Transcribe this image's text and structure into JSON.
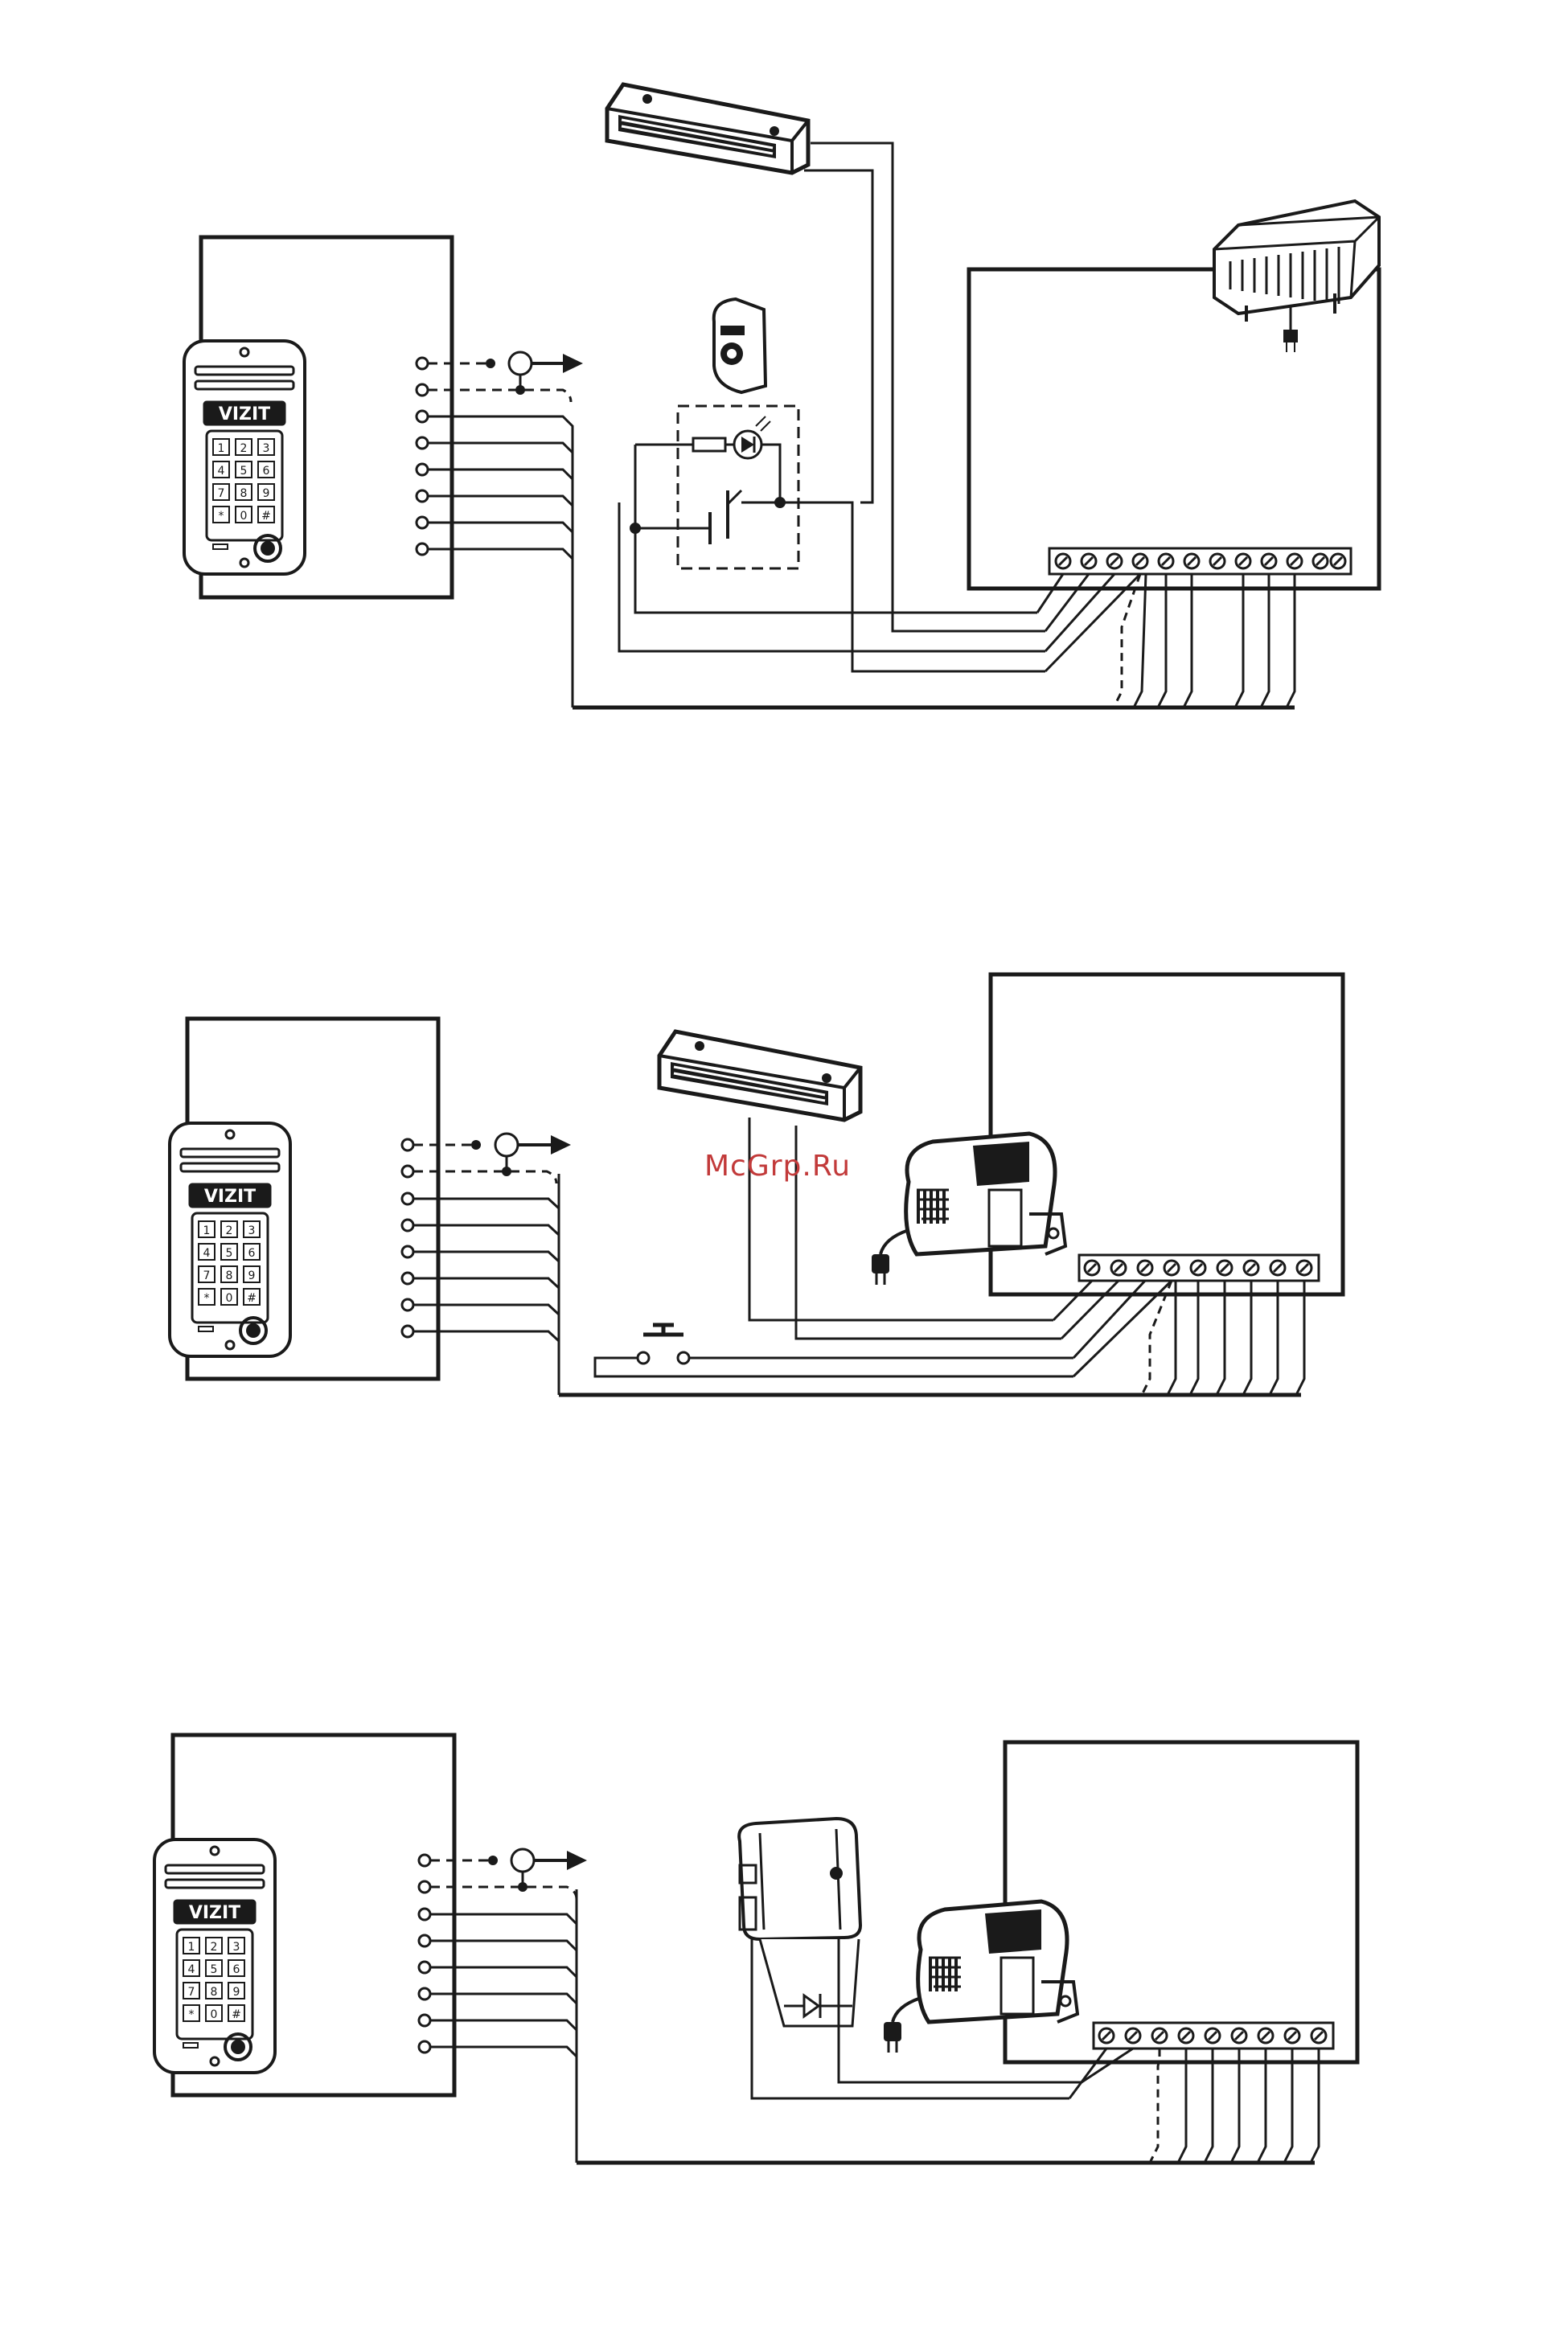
{
  "watermark": "McGrp.Ru",
  "brand": "VIZIT",
  "keypad": [
    "1",
    "2",
    "3",
    "4",
    "5",
    "6",
    "7",
    "8",
    "9",
    "*",
    "0",
    "#"
  ],
  "diagrams": [
    {
      "id": "scheme-1",
      "lock": "electromagnetic-lock",
      "extra": "exit-button-with-led",
      "psu": "power-supply-large"
    },
    {
      "id": "scheme-2",
      "lock": "electromagnetic-lock",
      "extra": "push-button",
      "psu": "power-supply-small"
    },
    {
      "id": "scheme-3",
      "lock": "electromechanical-lock",
      "extra": "diode",
      "psu": "power-supply-small"
    }
  ],
  "icons": {
    "lock": "magnetic-lock-icon",
    "psu": "power-supply-icon",
    "plug": "plug-icon",
    "button": "exit-button-icon"
  }
}
